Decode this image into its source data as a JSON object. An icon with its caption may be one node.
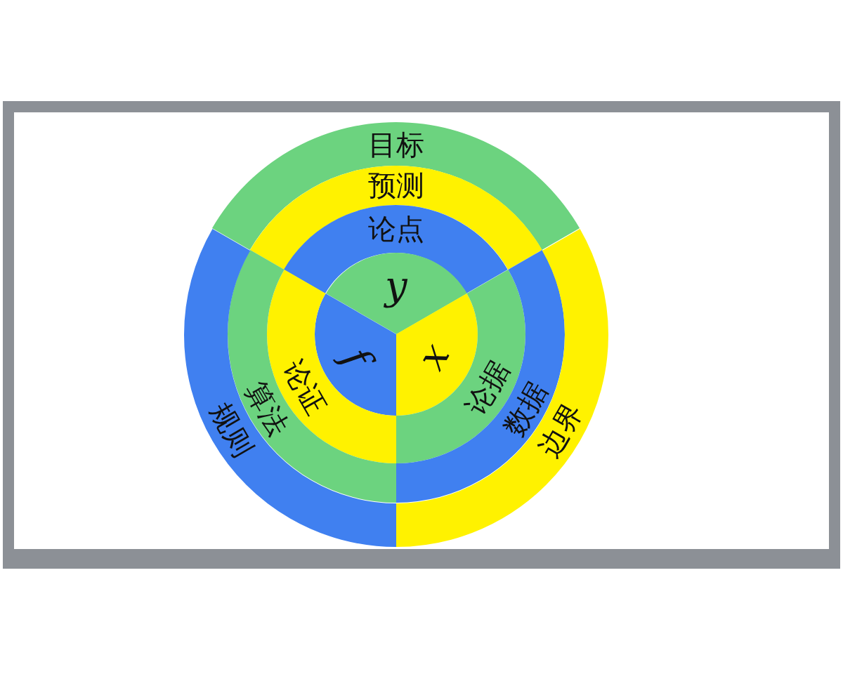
{
  "diagram": {
    "nodes": [
      {
        "text": [
          "目标"
        ]
      },
      {
        "text": [
          "预测"
        ]
      },
      {
        "text": [
          "论点"
        ]
      },
      {
        "text": [
          "y"
        ]
      },
      {
        "text": [
          "f"
        ]
      },
      {
        "text": [
          "x"
        ]
      },
      {
        "text": [
          "论证"
        ]
      },
      {
        "text": [
          "算法"
        ]
      },
      {
        "text": [
          "规则"
        ]
      },
      {
        "text": [
          "论据"
        ]
      },
      {
        "text": [
          "数据"
        ]
      },
      {
        "text": [
          "边界"
        ]
      }
    ]
  }
}
